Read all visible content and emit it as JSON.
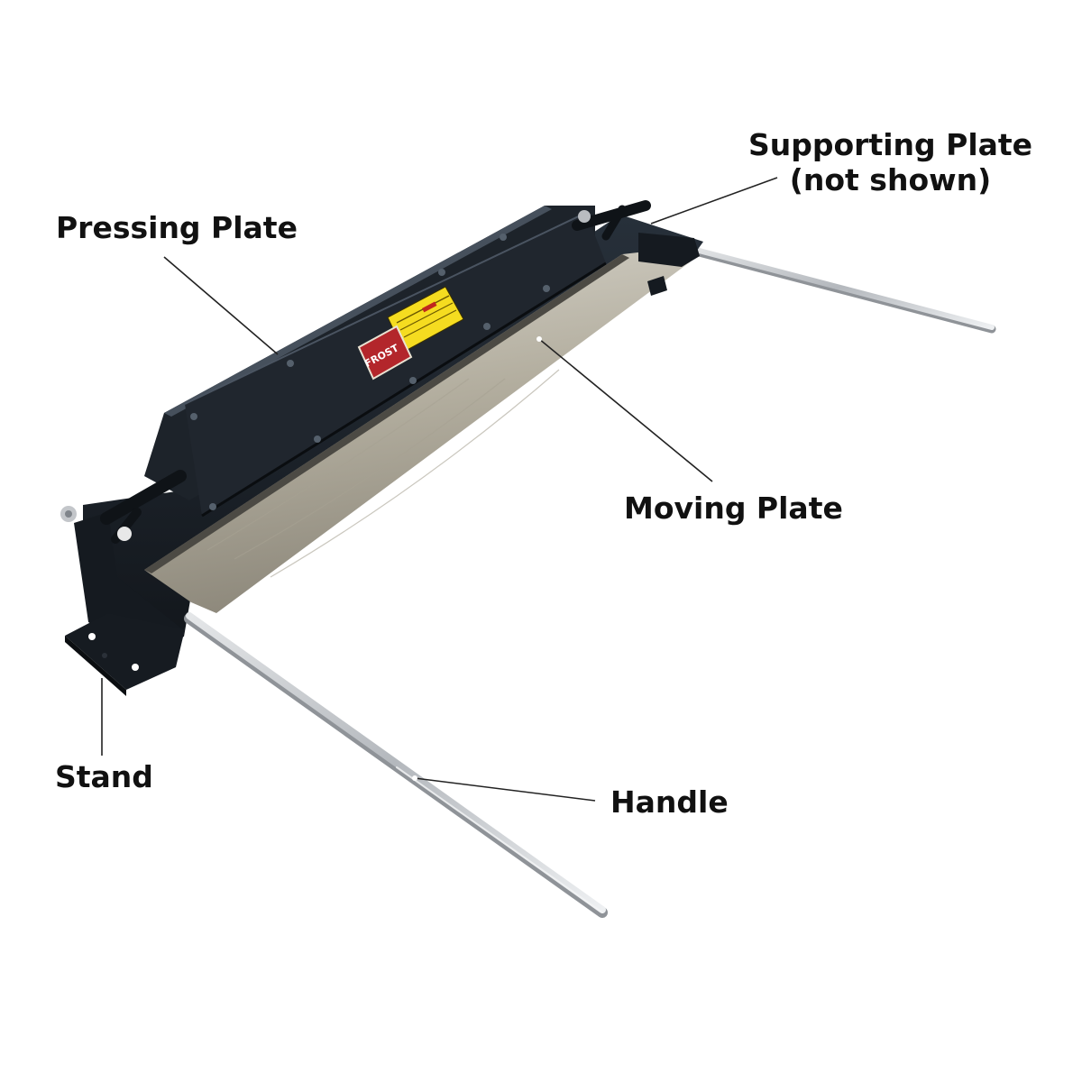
{
  "labels": {
    "supporting_plate": [
      "Supporting Plate",
      "(not shown)"
    ],
    "pressing_plate": "Pressing Plate",
    "moving_plate": "Moving Plate",
    "stand": "Stand",
    "handle": "Handle"
  },
  "sticker": {
    "brand_text": "FROST"
  },
  "colors": {
    "machine_body": "#1a1f26",
    "machine_edge": "#3c4550",
    "moving_plate": "#b9b4a6",
    "handle_rod": "#c9ccd0",
    "warning_label": "#f5dc20",
    "brand_label": "#b3262b",
    "leader_line": "#222222",
    "label_text": "#111111"
  }
}
